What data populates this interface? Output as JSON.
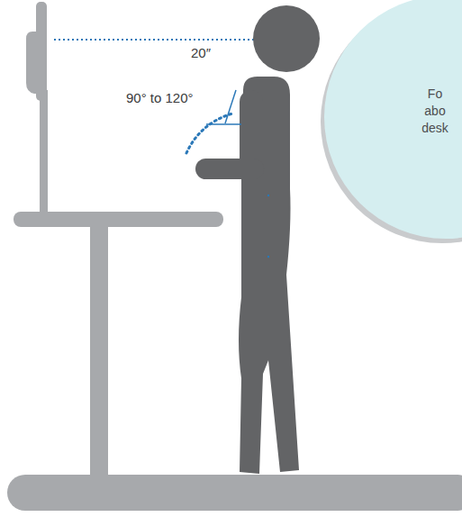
{
  "diagram": {
    "nodes": [
      {
        "text": [
          "Fo abo desk"
        ]
      }
    ],
    "labels": [
      "20″",
      "90° to 120°"
    ]
  }
}
